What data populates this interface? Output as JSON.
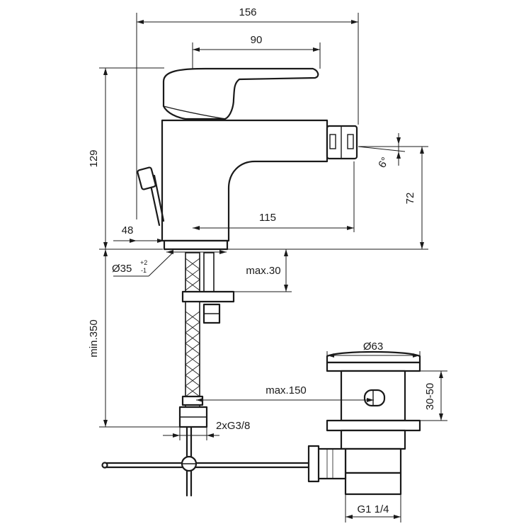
{
  "dimensions": {
    "total_length": "156",
    "lever_length": "90",
    "total_height": "129",
    "spout_height": "72",
    "spout_angle": "6°",
    "spout_reach": "115",
    "rod_offset": "48",
    "hole_diameter_main": "Ø35",
    "hole_diameter_tol_plus": "+2",
    "hole_diameter_tol_minus": "-1",
    "max_thickness": "max.30",
    "min_hose_length": "min.350",
    "max_rod_distance": "max.150",
    "connections": "2xG3/8",
    "waste_diameter": "Ø63",
    "waste_height": "30-50",
    "waste_thread": "G1 1/4"
  }
}
